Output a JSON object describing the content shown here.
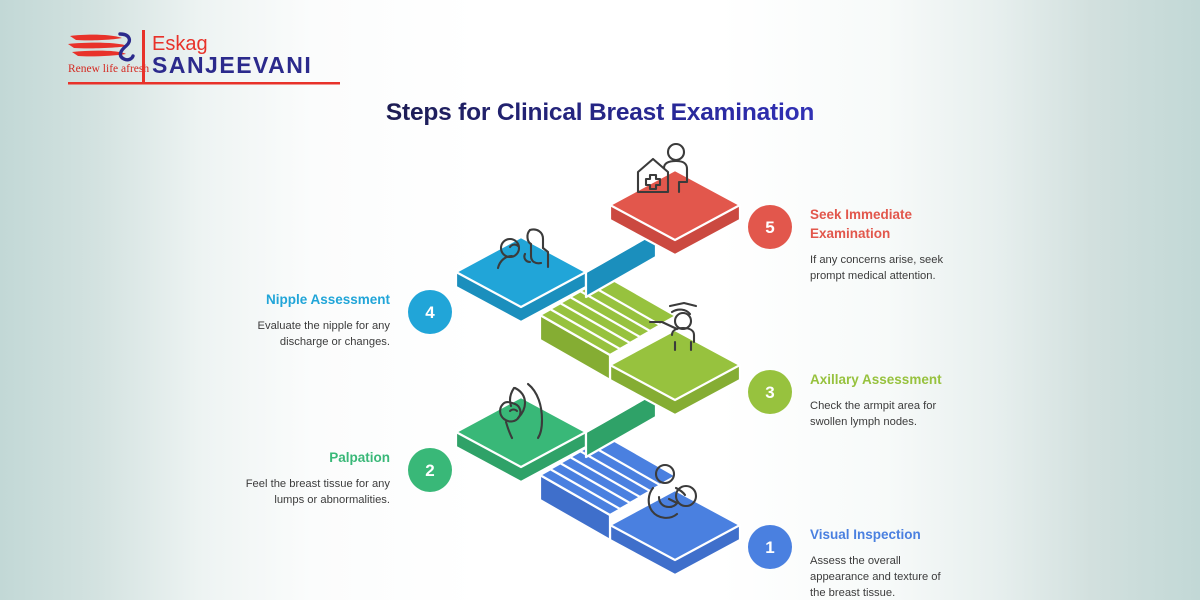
{
  "brand": {
    "name_top": "Eskag",
    "name_bottom": "SANJEEVANI",
    "tagline": "Renew life afresh",
    "logo_red": "#e8322a",
    "logo_blue": "#2b2a8c"
  },
  "title": "Steps for Clinical Breast Examination",
  "background": {
    "edge_color": "#c2d8d6",
    "center_color": "#ffffff"
  },
  "steps": [
    {
      "number": "1",
      "heading": "Visual Inspection",
      "desc": "Assess the overall appearance and texture of the breast tissue.",
      "color": "#4a80e0",
      "side_color": "#3f6fcb",
      "side": "right",
      "icon": "mother-holding-infant-icon"
    },
    {
      "number": "2",
      "heading": "Palpation",
      "desc": "Feel the breast tissue for any lumps or abnormalities.",
      "color": "#39b878",
      "side_color": "#2fa268",
      "side": "left",
      "icon": "hand-palpating-breast-icon"
    },
    {
      "number": "3",
      "heading": "Axillary Assessment",
      "desc": "Check the armpit area for swollen lymph nodes.",
      "color": "#97c23e",
      "side_color": "#85ad33",
      "side": "right",
      "icon": "person-arm-raised-icon"
    },
    {
      "number": "4",
      "heading": "Nipple Assessment",
      "desc": "Evaluate the nipple for any discharge or changes.",
      "color": "#21a5d8",
      "side_color": "#1b8fbd",
      "side": "left",
      "icon": "person-self-exam-icon"
    },
    {
      "number": "5",
      "heading": "Seek Immediate Examination",
      "desc": "If any concerns arise, seek prompt medical attention.",
      "color": "#e2574c",
      "side_color": "#cb4940",
      "side": "right",
      "icon": "clinic-with-person-icon"
    }
  ]
}
